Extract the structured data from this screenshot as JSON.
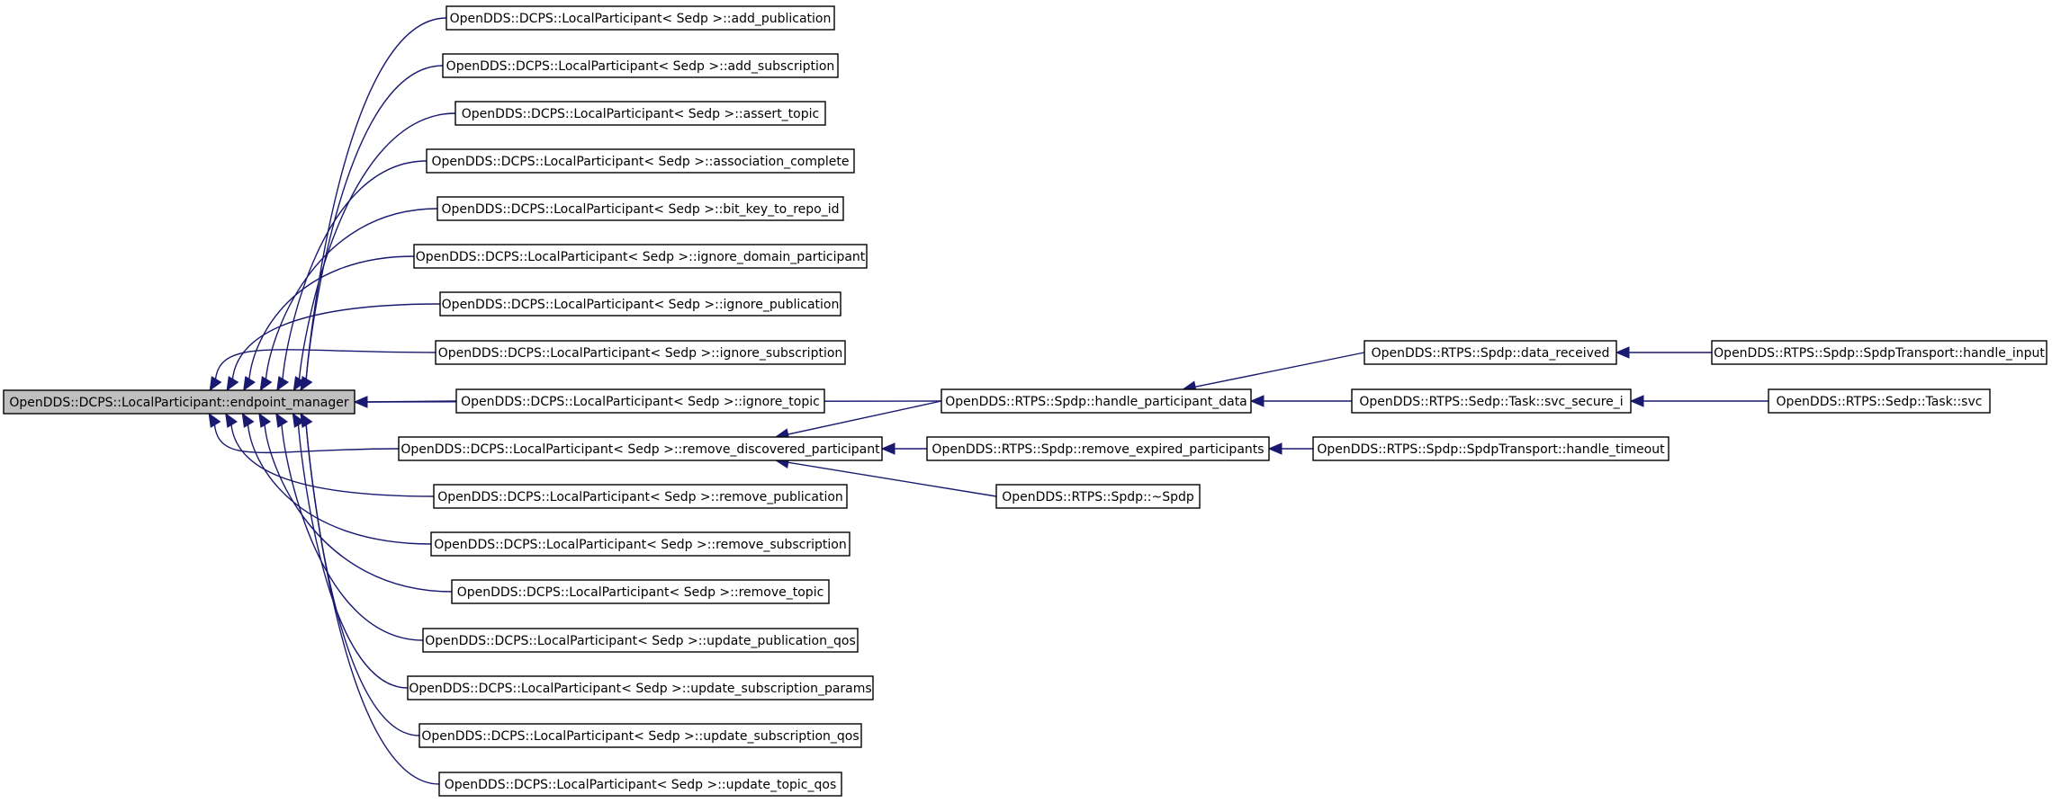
{
  "graph": {
    "root": "OpenDDS::DCPS::LocalParticipant::endpoint_manager",
    "nodes": [
      {
        "id": "root",
        "label": "OpenDDS::DCPS::LocalParticipant::endpoint_manager"
      },
      {
        "id": "add_publication",
        "label": "OpenDDS::DCPS::LocalParticipant< Sedp >::add_publication"
      },
      {
        "id": "add_subscription",
        "label": "OpenDDS::DCPS::LocalParticipant< Sedp >::add_subscription"
      },
      {
        "id": "assert_topic",
        "label": "OpenDDS::DCPS::LocalParticipant< Sedp >::assert_topic"
      },
      {
        "id": "association_complete",
        "label": "OpenDDS::DCPS::LocalParticipant< Sedp >::association_complete"
      },
      {
        "id": "bit_key_to_repo_id",
        "label": "OpenDDS::DCPS::LocalParticipant< Sedp >::bit_key_to_repo_id"
      },
      {
        "id": "ignore_domain_participant",
        "label": "OpenDDS::DCPS::LocalParticipant< Sedp >::ignore_domain_participant"
      },
      {
        "id": "ignore_publication",
        "label": "OpenDDS::DCPS::LocalParticipant< Sedp >::ignore_publication"
      },
      {
        "id": "ignore_subscription",
        "label": "OpenDDS::DCPS::LocalParticipant< Sedp >::ignore_subscription"
      },
      {
        "id": "ignore_topic",
        "label": "OpenDDS::DCPS::LocalParticipant< Sedp >::ignore_topic"
      },
      {
        "id": "remove_discovered_participant",
        "label": "OpenDDS::DCPS::LocalParticipant< Sedp >::remove_discovered_participant"
      },
      {
        "id": "remove_publication",
        "label": "OpenDDS::DCPS::LocalParticipant< Sedp >::remove_publication"
      },
      {
        "id": "remove_subscription",
        "label": "OpenDDS::DCPS::LocalParticipant< Sedp >::remove_subscription"
      },
      {
        "id": "remove_topic",
        "label": "OpenDDS::DCPS::LocalParticipant< Sedp >::remove_topic"
      },
      {
        "id": "update_publication_qos",
        "label": "OpenDDS::DCPS::LocalParticipant< Sedp >::update_publication_qos"
      },
      {
        "id": "update_subscription_params",
        "label": "OpenDDS::DCPS::LocalParticipant< Sedp >::update_subscription_params"
      },
      {
        "id": "update_subscription_qos",
        "label": "OpenDDS::DCPS::LocalParticipant< Sedp >::update_subscription_qos"
      },
      {
        "id": "update_topic_qos",
        "label": "OpenDDS::DCPS::LocalParticipant< Sedp >::update_topic_qos"
      },
      {
        "id": "handle_participant_data",
        "label": "OpenDDS::RTPS::Spdp::handle_participant_data"
      },
      {
        "id": "remove_expired_participants",
        "label": "OpenDDS::RTPS::Spdp::remove_expired_participants"
      },
      {
        "id": "spdp_dtor",
        "label": "OpenDDS::RTPS::Spdp::~Spdp"
      },
      {
        "id": "data_received",
        "label": "OpenDDS::RTPS::Spdp::data_received"
      },
      {
        "id": "svc_secure_i",
        "label": "OpenDDS::RTPS::Sedp::Task::svc_secure_i"
      },
      {
        "id": "handle_timeout",
        "label": "OpenDDS::RTPS::Spdp::SpdpTransport::handle_timeout"
      },
      {
        "id": "handle_input",
        "label": "OpenDDS::RTPS::Spdp::SpdpTransport::handle_input"
      },
      {
        "id": "task_svc",
        "label": "OpenDDS::RTPS::Sedp::Task::svc"
      }
    ],
    "edges": [
      {
        "from": "add_publication",
        "to": "root"
      },
      {
        "from": "add_subscription",
        "to": "root"
      },
      {
        "from": "assert_topic",
        "to": "root"
      },
      {
        "from": "association_complete",
        "to": "root"
      },
      {
        "from": "bit_key_to_repo_id",
        "to": "root"
      },
      {
        "from": "ignore_domain_participant",
        "to": "root"
      },
      {
        "from": "ignore_publication",
        "to": "root"
      },
      {
        "from": "ignore_subscription",
        "to": "root"
      },
      {
        "from": "ignore_topic",
        "to": "root"
      },
      {
        "from": "remove_discovered_participant",
        "to": "root"
      },
      {
        "from": "handle_participant_data",
        "to": "root"
      },
      {
        "from": "remove_publication",
        "to": "root"
      },
      {
        "from": "remove_subscription",
        "to": "root"
      },
      {
        "from": "remove_topic",
        "to": "root"
      },
      {
        "from": "update_publication_qos",
        "to": "root"
      },
      {
        "from": "update_subscription_params",
        "to": "root"
      },
      {
        "from": "update_subscription_qos",
        "to": "root"
      },
      {
        "from": "update_topic_qos",
        "to": "root"
      },
      {
        "from": "handle_participant_data",
        "to": "remove_discovered_participant"
      },
      {
        "from": "remove_expired_participants",
        "to": "remove_discovered_participant"
      },
      {
        "from": "spdp_dtor",
        "to": "remove_discovered_participant"
      },
      {
        "from": "data_received",
        "to": "handle_participant_data"
      },
      {
        "from": "svc_secure_i",
        "to": "handle_participant_data"
      },
      {
        "from": "handle_timeout",
        "to": "remove_expired_participants"
      },
      {
        "from": "handle_input",
        "to": "data_received"
      },
      {
        "from": "task_svc",
        "to": "svc_secure_i"
      }
    ],
    "colors": {
      "edge": "#191970",
      "root_fill": "#bfbfbf",
      "node_fill": "#ffffff",
      "node_border": "#000000"
    }
  }
}
